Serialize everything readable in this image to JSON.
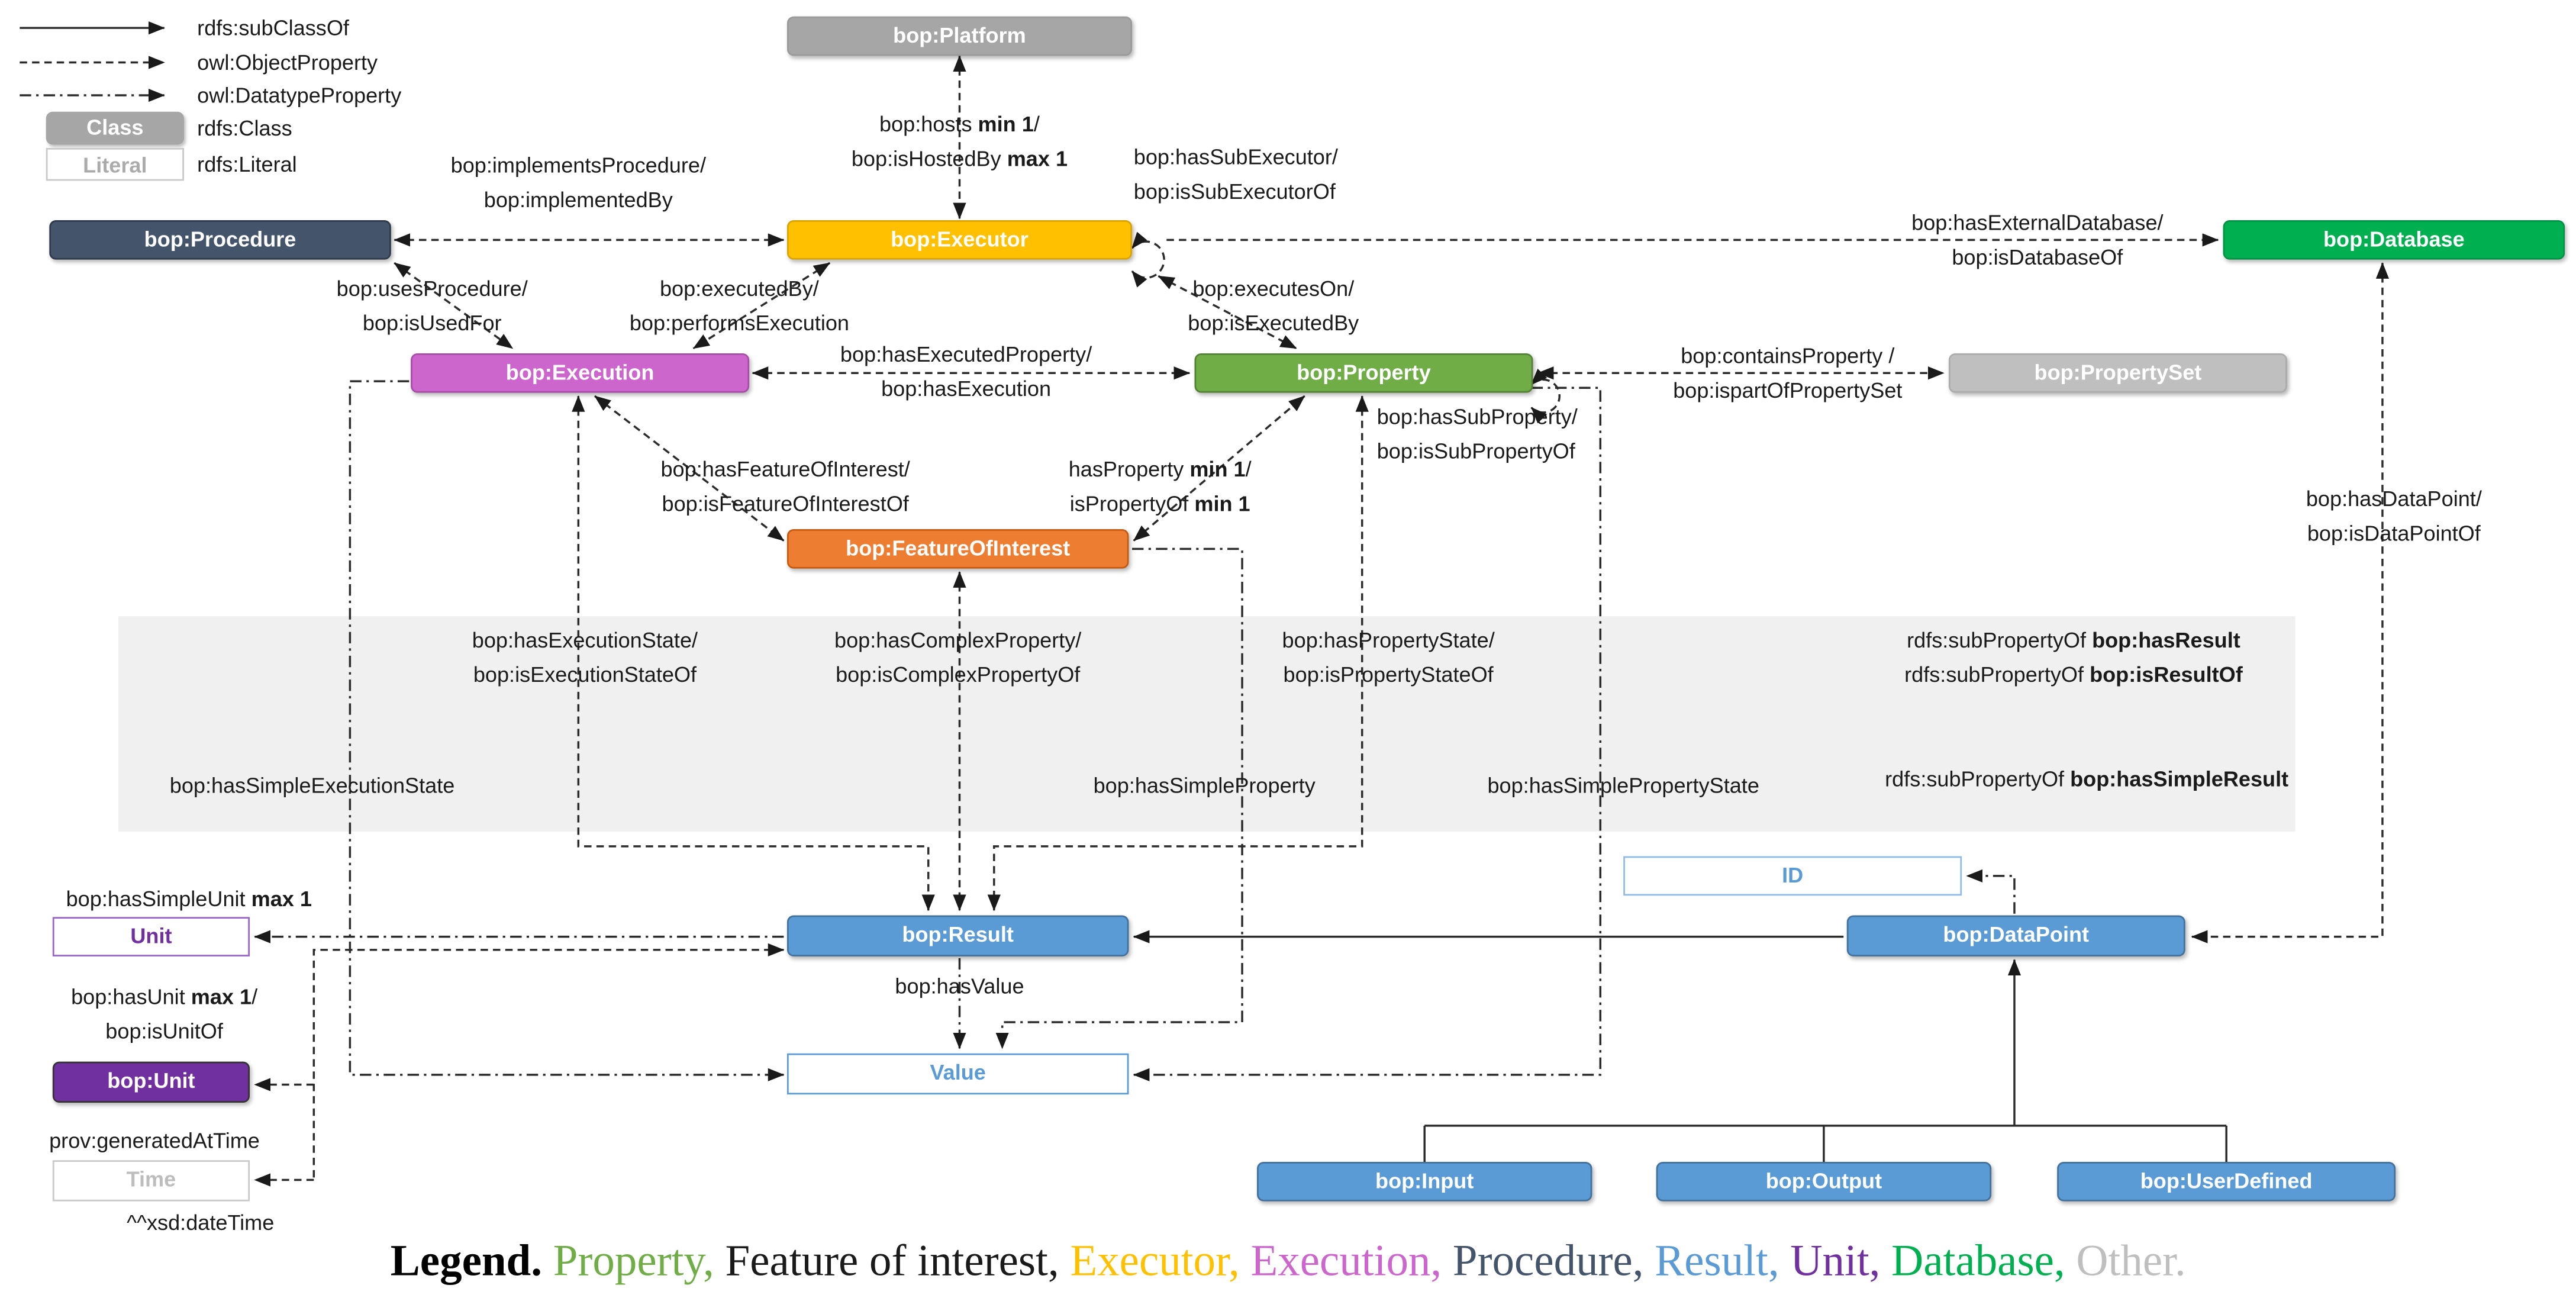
{
  "diagram_legend": {
    "arrow_items": [
      {
        "style": "solid",
        "label": "rdfs:subClassOf"
      },
      {
        "style": "dashed",
        "label": "owl:ObjectProperty"
      },
      {
        "style": "dashdot",
        "label": "owl:DatatypeProperty"
      }
    ],
    "box_items": [
      {
        "kind": "class",
        "box_label": "Class",
        "label": "rdfs:Class"
      },
      {
        "kind": "literal",
        "box_label": "Literal",
        "label": "rdfs:Literal"
      }
    ]
  },
  "nodes": {
    "platform": {
      "label": "bop:Platform",
      "type": "class",
      "fill": "#A6A6A6",
      "border": "#9A9A9A",
      "text": "#FFFFFF"
    },
    "procedure": {
      "label": "bop:Procedure",
      "type": "class",
      "fill": "#44546A",
      "border": "#2F3B4D",
      "text": "#FFFFFF"
    },
    "executor": {
      "label": "bop:Executor",
      "type": "class",
      "fill": "#FFC000",
      "border": "#D9A400",
      "text": "#FFFFFF"
    },
    "database": {
      "label": "bop:Database",
      "type": "class",
      "fill": "#00B050",
      "border": "#009245",
      "text": "#FFFFFF"
    },
    "execution": {
      "label": "bop:Execution",
      "type": "class",
      "fill": "#CC66CC",
      "border": "#A64DA6",
      "text": "#FFFFFF"
    },
    "property": {
      "label": "bop:Property",
      "type": "class",
      "fill": "#70AD47",
      "border": "#548235",
      "text": "#FFFFFF"
    },
    "propertyset": {
      "label": "bop:PropertySet",
      "type": "class",
      "fill": "#BFBFBF",
      "border": "#ACACAC",
      "text": "#FFFFFF"
    },
    "featureofinterest": {
      "label": "bop:FeatureOfInterest",
      "type": "class",
      "fill": "#ED7D31",
      "border": "#C55A11",
      "text": "#FFFFFF"
    },
    "unit_literal": {
      "label": "Unit",
      "type": "literal",
      "fill": "#FFFFFF",
      "border": "#9966CC",
      "text": "#7030A0"
    },
    "bop_unit": {
      "label": "bop:Unit",
      "type": "class",
      "fill": "#7030A0",
      "border": "#333333",
      "text": "#FFFFFF"
    },
    "time_literal": {
      "label": "Time",
      "type": "literal",
      "fill": "#FFFFFF",
      "border": "#C9C9C9",
      "text": "#BDBDBD"
    },
    "result": {
      "label": "bop:Result",
      "type": "class",
      "fill": "#5B9BD5",
      "border": "#41719C",
      "text": "#FFFFFF"
    },
    "value_literal": {
      "label": "Value",
      "type": "literal",
      "fill": "#FFFFFF",
      "border": "#5B9BD5",
      "text": "#5B9BD5"
    },
    "id_literal": {
      "label": "ID",
      "type": "literal",
      "fill": "#FFFFFF",
      "border": "#8FBCE6",
      "text": "#5B9BD5"
    },
    "datapoint": {
      "label": "bop:DataPoint",
      "type": "class",
      "fill": "#5B9BD5",
      "border": "#41719C",
      "text": "#FFFFFF"
    },
    "input": {
      "label": "bop:Input",
      "type": "class",
      "fill": "#5B9BD5",
      "border": "#41719C",
      "text": "#FFFFFF"
    },
    "output": {
      "label": "bop:Output",
      "type": "class",
      "fill": "#5B9BD5",
      "border": "#41719C",
      "text": "#FFFFFF"
    },
    "userdefined": {
      "label": "bop:UserDefined",
      "type": "class",
      "fill": "#5B9BD5",
      "border": "#41719C",
      "text": "#FFFFFF"
    }
  },
  "edge_labels": {
    "hosts": {
      "lines": [
        [
          {
            "t": "bop:hosts "
          },
          {
            "t": "min 1",
            "b": true
          },
          {
            "t": "/"
          }
        ],
        [
          {
            "t": "bop:isHostedBy "
          },
          {
            "t": "max 1",
            "b": true
          }
        ]
      ]
    },
    "implements_procedure": {
      "lines": [
        [
          {
            "t": "bop:implementsProcedure/"
          }
        ],
        [
          {
            "t": "bop:implementedBy"
          }
        ]
      ]
    },
    "has_sub_executor": {
      "lines": [
        [
          {
            "t": "bop:hasSubExecutor/"
          }
        ],
        [
          {
            "t": "bop:isSubExecutorOf"
          }
        ]
      ]
    },
    "has_external_database": {
      "lines": [
        [
          {
            "t": "bop:hasExternalDatabase/"
          }
        ],
        [
          {
            "t": "bop:isDatabaseOf"
          }
        ]
      ]
    },
    "uses_procedure": {
      "lines": [
        [
          {
            "t": "bop:usesProcedure/"
          }
        ],
        [
          {
            "t": "bop:isUsedFor"
          }
        ]
      ]
    },
    "executed_by": {
      "lines": [
        [
          {
            "t": "bop:executedBy/"
          }
        ],
        [
          {
            "t": "bop:performsExecution"
          }
        ]
      ]
    },
    "executes_on": {
      "lines": [
        [
          {
            "t": "bop:executesOn/"
          }
        ],
        [
          {
            "t": "bop:isExecutedBy"
          }
        ]
      ]
    },
    "has_executed_property": {
      "lines": [
        [
          {
            "t": "bop:hasExecutedProperty/"
          }
        ],
        [
          {
            "t": "bop:hasExecution"
          }
        ]
      ]
    },
    "contains_property": {
      "lines": [
        [
          {
            "t": "bop:containsProperty /"
          }
        ],
        [
          {
            "t": "bop:ispartOfPropertySet"
          }
        ]
      ]
    },
    "has_sub_property": {
      "lines": [
        [
          {
            "t": "bop:hasSubProperty/"
          }
        ],
        [
          {
            "t": "bop:isSubPropertyOf"
          }
        ]
      ]
    },
    "has_feature_of_interest": {
      "lines": [
        [
          {
            "t": "bop:hasFeatureOfInterest/"
          }
        ],
        [
          {
            "t": "bop:isFeatureOfInterestOf"
          }
        ]
      ]
    },
    "has_property_min": {
      "lines": [
        [
          {
            "t": "hasProperty "
          },
          {
            "t": "min 1",
            "b": true
          },
          {
            "t": "/"
          }
        ],
        [
          {
            "t": "isPropertyOf "
          },
          {
            "t": "min 1",
            "b": true
          }
        ]
      ]
    },
    "has_data_point": {
      "lines": [
        [
          {
            "t": "bop:hasDataPoint/"
          }
        ],
        [
          {
            "t": "bop:isDataPointOf"
          }
        ]
      ]
    },
    "has_value": {
      "lines": [
        [
          {
            "t": "bop:hasValue"
          }
        ]
      ]
    },
    "has_simple_unit": {
      "lines": [
        [
          {
            "t": "bop:hasSimpleUnit "
          },
          {
            "t": "max 1",
            "b": true
          }
        ]
      ]
    },
    "has_unit": {
      "lines": [
        [
          {
            "t": "bop:hasUnit "
          },
          {
            "t": "max 1",
            "b": true
          },
          {
            "t": "/"
          }
        ],
        [
          {
            "t": "bop:isUnitOf"
          }
        ]
      ]
    },
    "generated_at_time": {
      "lines": [
        [
          {
            "t": "prov:generatedAtTime"
          }
        ]
      ]
    },
    "xsd_date_time": {
      "lines": [
        [
          {
            "t": "^^xsd:dateTime"
          }
        ]
      ]
    }
  },
  "band_labels": {
    "has_execution_state": {
      "lines": [
        [
          {
            "t": "bop:hasExecutionState/"
          }
        ],
        [
          {
            "t": "bop:isExecutionStateOf"
          }
        ]
      ]
    },
    "has_complex_property": {
      "lines": [
        [
          {
            "t": "bop:hasComplexProperty/"
          }
        ],
        [
          {
            "t": "bop:isComplexPropertyOf"
          }
        ]
      ]
    },
    "has_property_state": {
      "lines": [
        [
          {
            "t": "bop:hasPropertyState/"
          }
        ],
        [
          {
            "t": "bop:isPropertyStateOf"
          }
        ]
      ]
    },
    "sub_property_of_result": {
      "lines": [
        [
          {
            "t": "rdfs:subPropertyOf "
          },
          {
            "t": "bop:hasResult",
            "b": true
          }
        ],
        [
          {
            "t": "rdfs:subPropertyOf "
          },
          {
            "t": "bop:isResultOf",
            "b": true
          }
        ]
      ]
    },
    "has_simple_execution_state": {
      "lines": [
        [
          {
            "t": "bop:hasSimpleExecutionState"
          }
        ]
      ]
    },
    "has_simple_property": {
      "lines": [
        [
          {
            "t": "bop:hasSimpleProperty"
          }
        ]
      ]
    },
    "has_simple_property_state": {
      "lines": [
        [
          {
            "t": "bop:hasSimplePropertyState"
          }
        ]
      ]
    },
    "sub_property_of_simple_result": {
      "lines": [
        [
          {
            "t": "rdfs:subPropertyOf "
          },
          {
            "t": "bop:hasSimpleResult",
            "b": true
          }
        ]
      ]
    }
  },
  "bottom_legend": {
    "segments": [
      {
        "t": "Legend. ",
        "color": "#000000",
        "b": true
      },
      {
        "t": "Property, ",
        "color": "#70AD47"
      },
      {
        "t": "Feature of interest, ",
        "color": "#1A1A1A"
      },
      {
        "t": "Executor, ",
        "color": "#FFC000"
      },
      {
        "t": "Execution, ",
        "color": "#CC66CC"
      },
      {
        "t": "Procedure, ",
        "color": "#44546A"
      },
      {
        "t": "Result, ",
        "color": "#5B9BD5"
      },
      {
        "t": "Unit, ",
        "color": "#7030A0"
      },
      {
        "t": "Database, ",
        "color": "#00B050"
      },
      {
        "t": "Other.",
        "color": "#BFBFBF"
      }
    ]
  }
}
